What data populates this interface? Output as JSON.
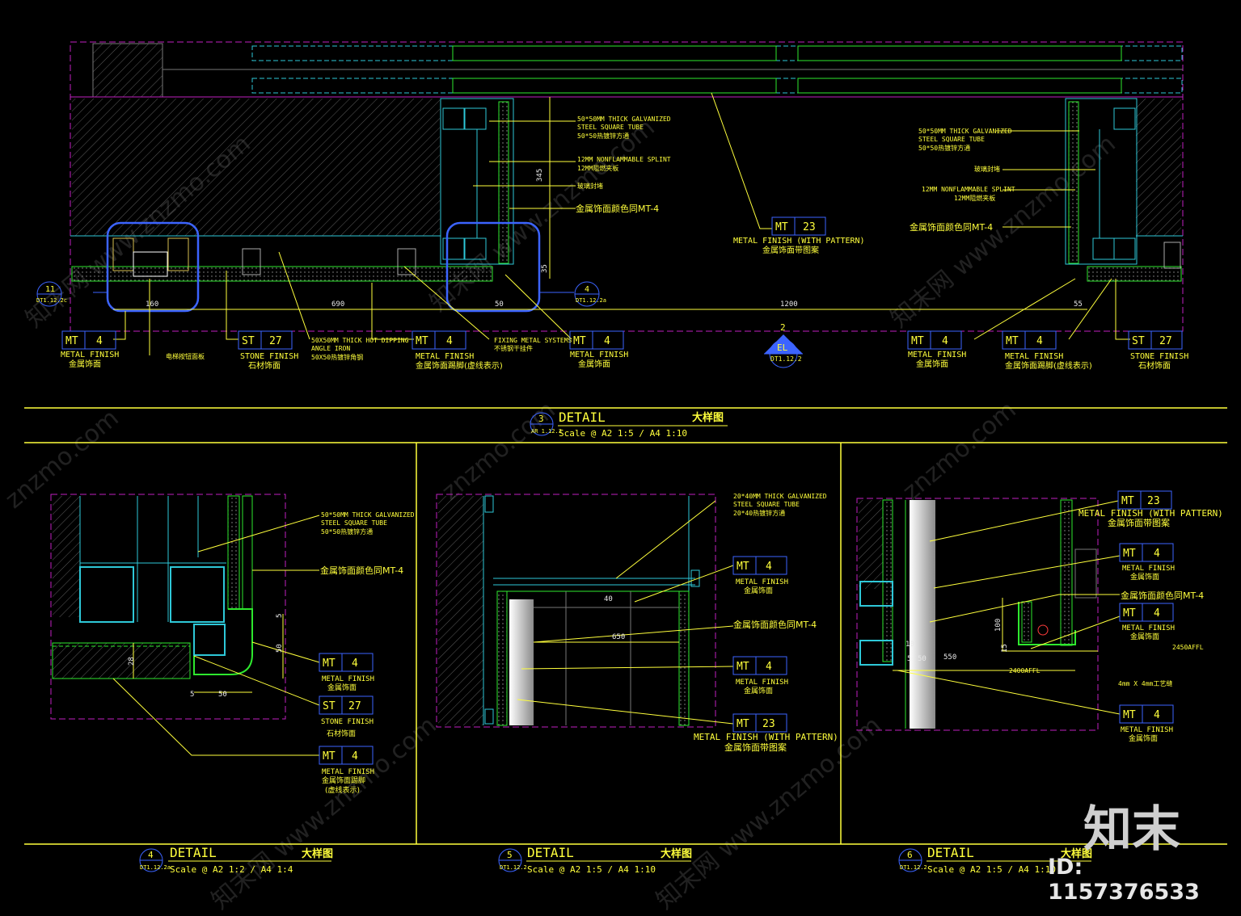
{
  "colors": {
    "magenta": "#c020c0",
    "cyan": "#2ec8d8",
    "yellow": "#ffff3c",
    "white": "#e8e8e8",
    "green": "#2ee82e",
    "blue": "#3c64ff",
    "hatch": "#6a6a6a"
  },
  "panel3": {
    "num": "3",
    "ref": "AR 1.12.3",
    "title": "DETAIL",
    "title_cn": "大样图",
    "scale": "Scale @ A2 1:5 / A4 1:10",
    "notes": {
      "tube_en1": "50*50MM THICK GALVANIZED",
      "tube_en2": "STEEL SQUARE TUBE",
      "tube_cn": "50*50热镀锌方通",
      "splint_en": "12MM NONFLAMMABLE SPLINT",
      "splint_cn": "12MM阻燃夹板",
      "seal": "玻璃封堵",
      "metal_same": "金属饰面颜色同MT-4",
      "r_tube_en1": "50*50MM THICK GALVANIZED",
      "r_tube_en2": "STEEL SQUARE TUBE",
      "r_tube_cn": "50*50热镀锌方通",
      "r_seal": "玻璃封堵",
      "r_splint_en": "12MM NONFLAMMABLE SPLINT",
      "r_splint_cn": "12MM阻燃夹板",
      "r_metal_same": "金属饰面颜色同MT-4",
      "angle_en1": "50X50MM THICK HOT DIPPING",
      "angle_en2": "ANGLE IRON",
      "angle_cn": "50X50热镀锌角钢",
      "fix_en": "FIXING METAL SYSTEMS",
      "fix_cn": "不锈钢干挂件",
      "panel_cn": "电梯按钮面板"
    },
    "dims": {
      "d345": "345",
      "d35": "35",
      "d160": "160",
      "d690": "690",
      "d50": "50",
      "d1200": "1200",
      "d55": "55"
    },
    "tags": {
      "t1": {
        "code": "MT",
        "num": "4",
        "en": "METAL FINISH",
        "cn": "金属饰面"
      },
      "t2": {
        "code": "ST",
        "num": "27",
        "en": "STONE FINISH",
        "cn": "石材饰面"
      },
      "t3": {
        "code": "MT",
        "num": "4",
        "en": "METAL FINISH",
        "cn": "金属饰面踢脚(虚线表示)"
      },
      "t4": {
        "code": "MT",
        "num": "4",
        "en": "METAL FINISH",
        "cn": "金属饰面"
      },
      "t5": {
        "code": "MT",
        "num": "23",
        "en": "METAL FINISH (WITH PATTERN)",
        "cn": "金属饰面带图案"
      },
      "t6": {
        "code": "MT",
        "num": "4",
        "en": "METAL FINISH",
        "cn": "金属饰面"
      },
      "t7": {
        "code": "MT",
        "num": "4",
        "en": "METAL FINISH",
        "cn": "金属饰面踢脚(虚线表示)"
      },
      "t8": {
        "code": "ST",
        "num": "27",
        "en": "STONE FINISH",
        "cn": "石材饰面"
      }
    },
    "callouts": {
      "c11_num": "11",
      "c11_ref": "DT1.12.2c",
      "c4_num": "4",
      "c4_ref": "DT1.12.2a",
      "el_num": "2",
      "el_label": "EL",
      "el_ref": "DT1.12.2"
    }
  },
  "panel4": {
    "num": "4",
    "ref": "DT1.12.2a",
    "title": "DETAIL",
    "title_cn": "大样图",
    "scale": "Scale @ A2 1:2 / A4 1:4",
    "notes": {
      "tube_en1": "50*50MM THICK GALVANIZED",
      "tube_en2": "STEEL SQUARE TUBE",
      "tube_cn": "50*50热镀锌方通",
      "metal_same": "金属饰面颜色同MT-4"
    },
    "dims": {
      "d5": "5",
      "d50a": "50",
      "d28": "28",
      "d50b": "50",
      "d5b": "5"
    },
    "tags": {
      "t1": {
        "code": "MT",
        "num": "4",
        "en": "METAL FINISH",
        "cn": "金属饰面"
      },
      "t2": {
        "code": "ST",
        "num": "27",
        "en": "STONE FINISH",
        "cn": "石材饰面"
      },
      "t3": {
        "code": "MT",
        "num": "4",
        "en": "METAL FINISH",
        "cn1": "金属饰面踢脚",
        "cn2": "(虚线表示)"
      }
    }
  },
  "panel5": {
    "num": "5",
    "ref": "DT1.12.2",
    "title": "DETAIL",
    "title_cn": "大样图",
    "scale": "Scale @ A2 1:5 / A4 1:10",
    "notes": {
      "tube_en1": "20*40MM THICK GALVANIZED",
      "tube_en2": "STEEL SQUARE TUBE",
      "tube_cn": "20*40热镀锌方通",
      "metal_same": "金属饰面颜色同MT-4"
    },
    "dims": {
      "d650": "650",
      "d40": "40"
    },
    "tags": {
      "t1": {
        "code": "MT",
        "num": "4",
        "en": "METAL FINISH",
        "cn": "金属饰面"
      },
      "t2": {
        "code": "MT",
        "num": "4",
        "en": "METAL FINISH",
        "cn": "金属饰面"
      },
      "t3": {
        "code": "MT",
        "num": "23",
        "en": "METAL FINISH (WITH PATTERN)",
        "cn": "金属饰面带图案"
      }
    }
  },
  "panel6": {
    "num": "6",
    "ref": "DT1.12.2",
    "title": "DETAIL",
    "title_cn": "大样图",
    "scale": "Scale @ A2 1:5 / A4 1:10",
    "notes": {
      "metal_same": "金属饰面颜色同MT-4",
      "groove": "4mm X 4mm工艺缝",
      "afl1": "2450AFFL",
      "afl2": "2400AFFL"
    },
    "dims": {
      "d100": "100",
      "d10": "10",
      "d50": "50",
      "d550": "550",
      "d5": "5",
      "d15": "15"
    },
    "tags": {
      "t1": {
        "code": "MT",
        "num": "23",
        "en": "METAL FINISH (WITH PATTERN)",
        "cn": "金属饰面带图案"
      },
      "t2": {
        "code": "MT",
        "num": "4",
        "en": "METAL FINISH",
        "cn": "金属饰面"
      },
      "t3": {
        "code": "MT",
        "num": "4",
        "en": "METAL FINISH",
        "cn": "金属饰面"
      },
      "t4": {
        "code": "MT",
        "num": "4",
        "en": "METAL FINISH",
        "cn": "金属饰面"
      }
    }
  },
  "watermarks": {
    "a": "知末网 www.znzmo.com",
    "b": "znzmo.com"
  },
  "brand": {
    "logo": "知末",
    "id": "ID: 1157376533"
  }
}
